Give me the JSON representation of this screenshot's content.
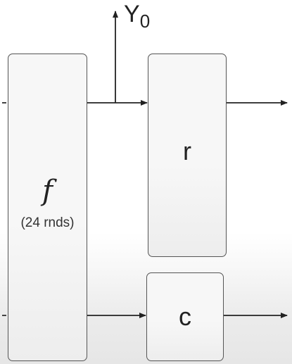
{
  "blocks": {
    "f": {
      "label": "f",
      "sublabel": "(24 rnds)"
    },
    "r": {
      "label": "r"
    },
    "c": {
      "label": "c"
    }
  },
  "output": {
    "label": "Y",
    "subscript": "0"
  },
  "colors": {
    "stroke": "#222222",
    "border": "#555555",
    "block_fill": "#f7f7f7"
  }
}
